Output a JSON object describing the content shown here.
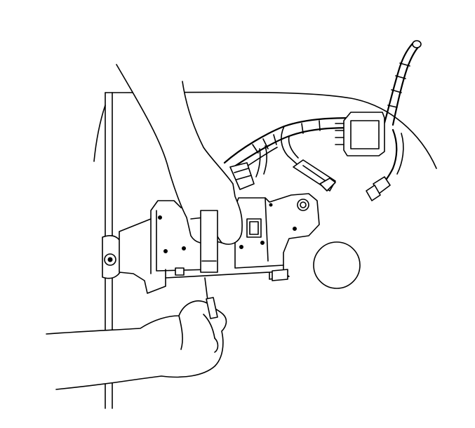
{
  "diagram": {
    "kind": "line-art service illustration",
    "colors": {
      "ink": "#000000",
      "paper": "#ffffff"
    },
    "components": [
      "door-inner-panel",
      "door-panel-edge",
      "speaker-opening",
      "mounting-bracket",
      "wiring-harness",
      "harness-connector",
      "small-connector",
      "wire-terminal",
      "upper-hand",
      "lower-hand",
      "screwdriver"
    ]
  }
}
